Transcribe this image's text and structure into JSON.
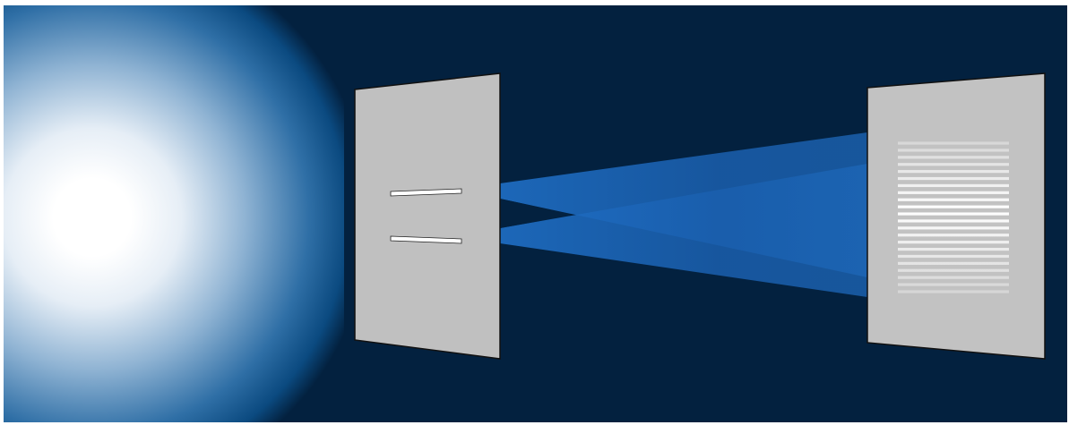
{
  "scene": {
    "background_color": "#03213f",
    "light_source": {
      "core_color": "#ffffff",
      "glow_colors": [
        "#ffffff",
        "#e6eef6",
        "#8fb3d3",
        "#2f6fa6",
        "#0b4a80",
        "#03213f"
      ]
    },
    "barrier": {
      "face_color": "#c0c0c0",
      "edge_color": "#111111",
      "slit_count": 2,
      "slit_color": "#ffffff"
    },
    "beams": {
      "color": "#1a63b8",
      "count": 2
    },
    "detection_screen": {
      "face_color": "#c2c2c2",
      "edge_color": "#111111",
      "fringe_color": "#ffffff",
      "fringe_count": 22
    }
  }
}
